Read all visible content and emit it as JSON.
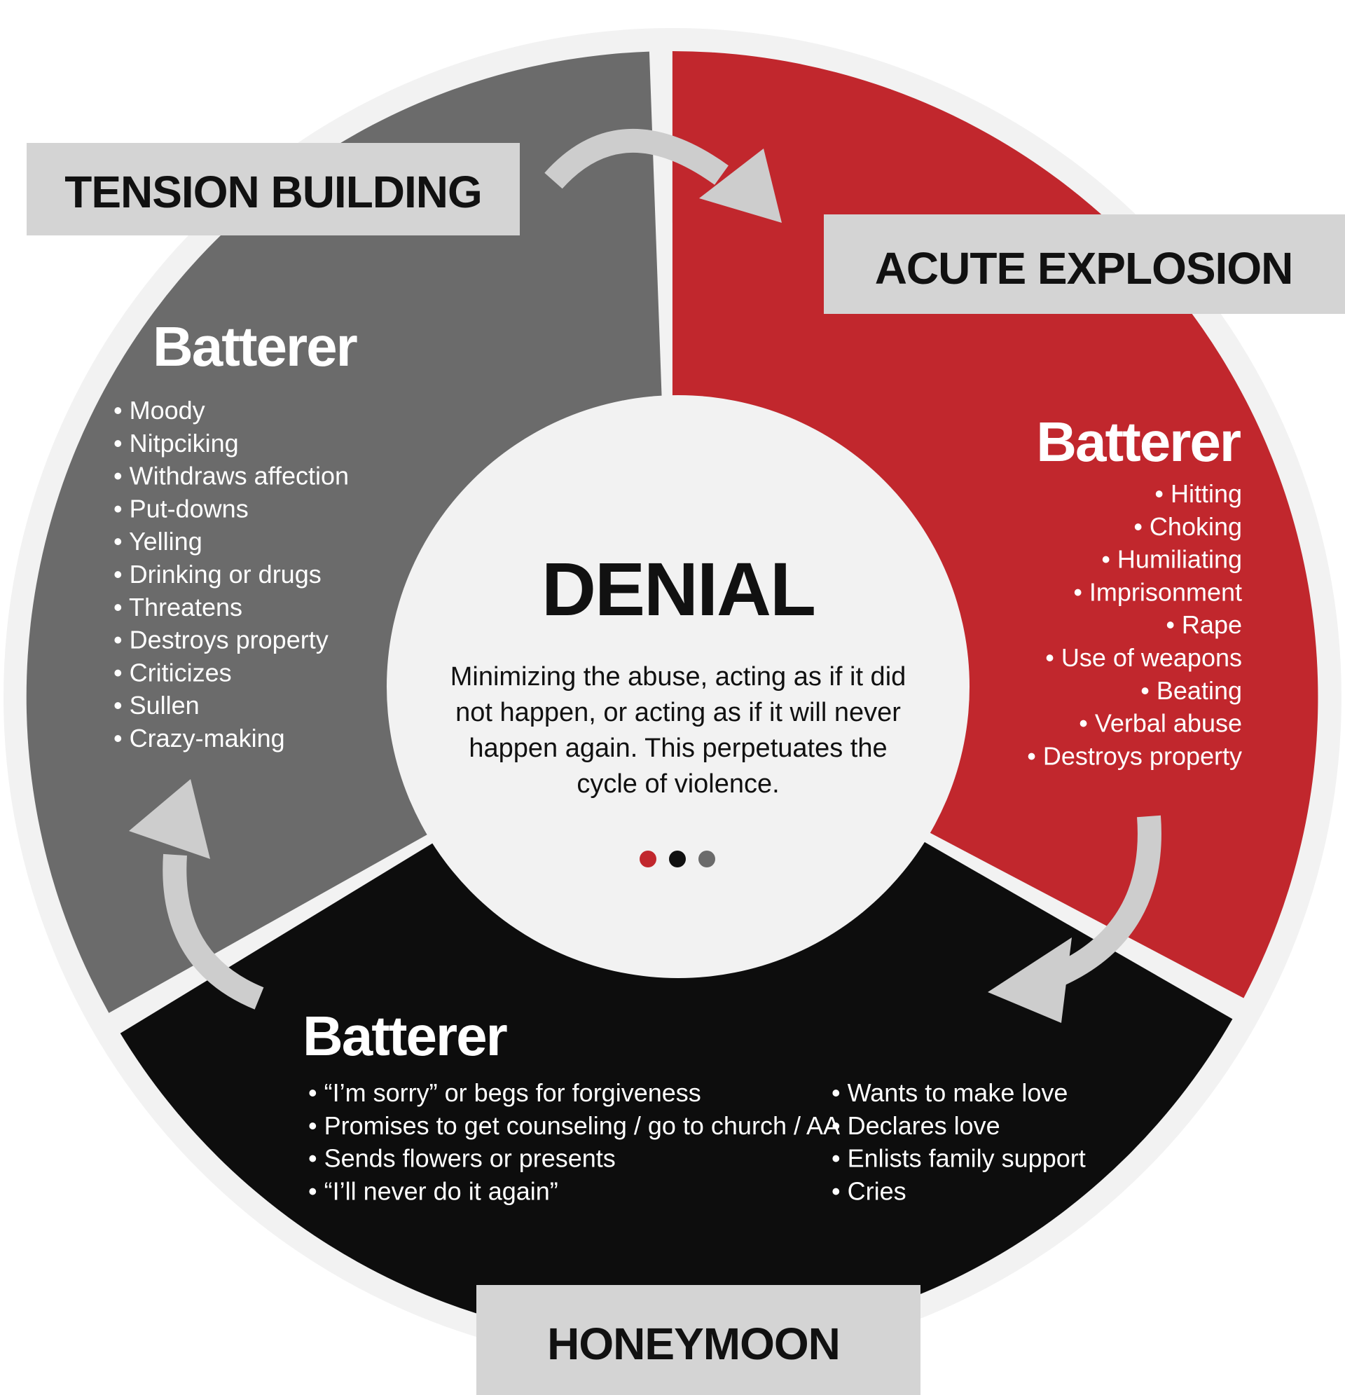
{
  "colors": {
    "tension": "#6b6b6b",
    "explosion": "#c1272d",
    "honeymoon": "#0d0d0d",
    "ring": "#f2f2f2",
    "center": "#f2f2f2",
    "label_box": "#d4d4d4",
    "arrow": "#cdcdcd"
  },
  "phases": {
    "tension": {
      "label": "TENSION BUILDING",
      "heading": "Batterer",
      "items": [
        "Moody",
        "Nitpciking",
        "Withdraws affection",
        "Put-downs",
        "Yelling",
        "Drinking or drugs",
        "Threatens",
        "Destroys property",
        "Criticizes",
        "Sullen",
        "Crazy-making"
      ]
    },
    "explosion": {
      "label": "ACUTE EXPLOSION",
      "heading": "Batterer",
      "items": [
        "Hitting",
        "Choking",
        "Humiliating",
        "Imprisonment",
        "Rape",
        "Use of weapons",
        "Beating",
        "Verbal abuse",
        "Destroys property"
      ]
    },
    "honeymoon": {
      "label": "HONEYMOON",
      "heading": "Batterer",
      "items_left": [
        "“I’m sorry” or begs for forgiveness",
        "Promises to get counseling / go to church / AA",
        "Sends flowers or presents",
        "“I’ll never do it again”"
      ],
      "items_right": [
        "Wants to make love",
        "Declares love",
        "Enlists family support",
        "Cries"
      ]
    }
  },
  "center": {
    "title": "DENIAL",
    "description_lines": [
      "Minimizing the abuse, acting as if it did",
      "not happen, or acting as if it will never",
      "happen again. This perpetuates the",
      "cycle of violence."
    ],
    "dot_colors": [
      "#c1272d",
      "#111111",
      "#6b6b6b"
    ]
  }
}
